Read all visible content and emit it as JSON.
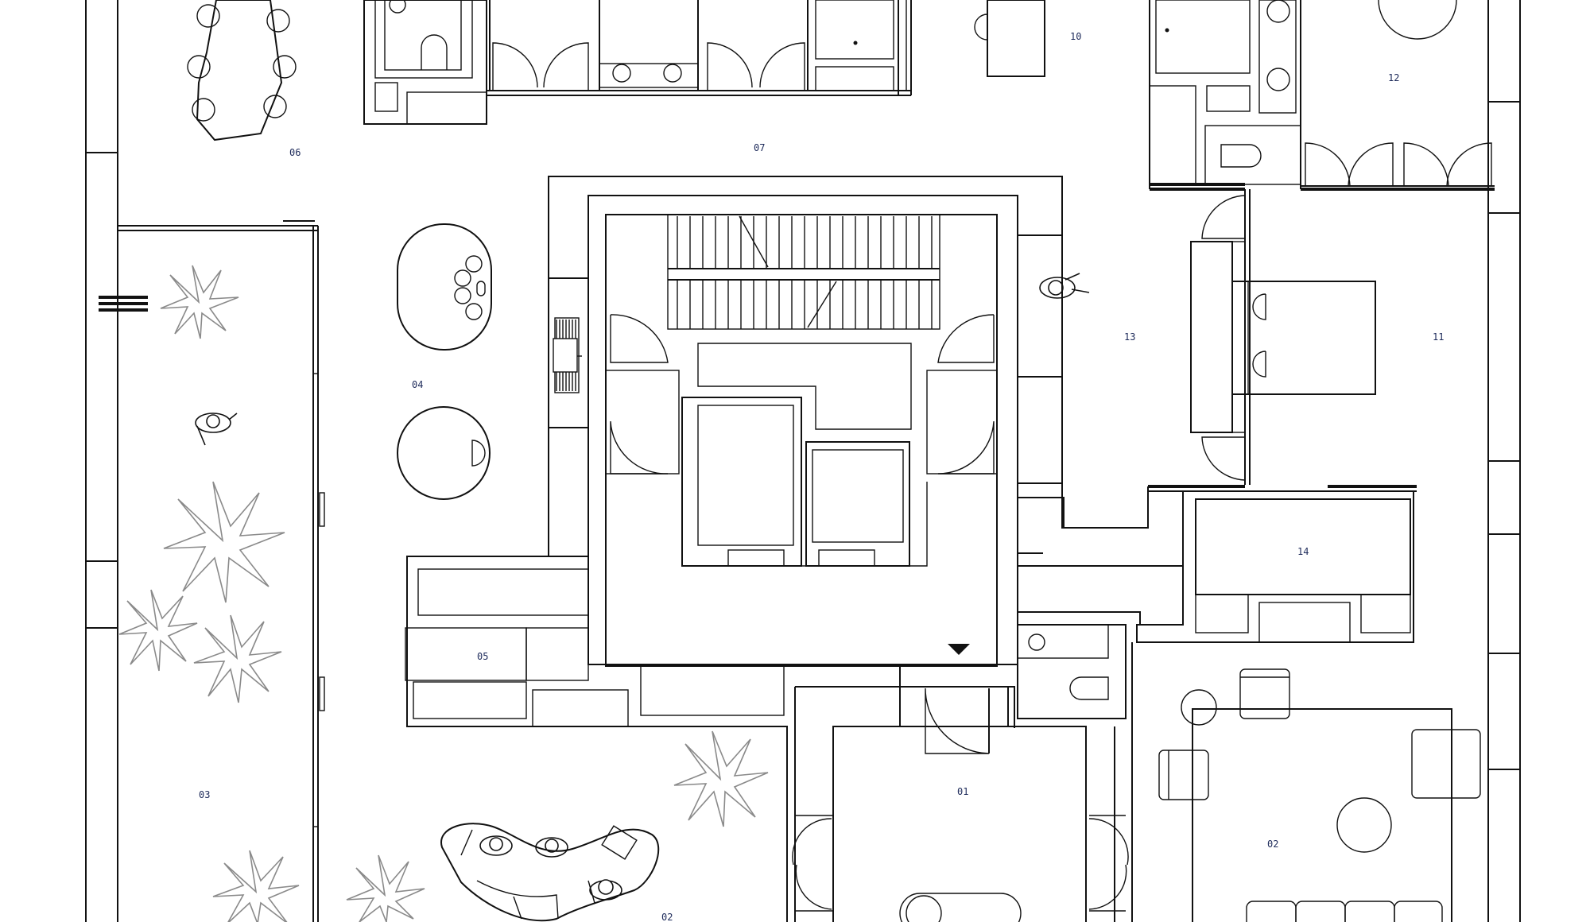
{
  "plan": {
    "room_labels": [
      {
        "key": "r01",
        "text": "01"
      },
      {
        "key": "r02a",
        "text": "02"
      },
      {
        "key": "r02b",
        "text": "02"
      },
      {
        "key": "r03",
        "text": "03"
      },
      {
        "key": "r04",
        "text": "04"
      },
      {
        "key": "r05",
        "text": "05"
      },
      {
        "key": "r06",
        "text": "06"
      },
      {
        "key": "r07",
        "text": "07"
      },
      {
        "key": "r10",
        "text": "10"
      },
      {
        "key": "r11",
        "text": "11"
      },
      {
        "key": "r12",
        "text": "12"
      },
      {
        "key": "r13",
        "text": "13"
      },
      {
        "key": "r14",
        "text": "14"
      }
    ],
    "icons": {
      "elevator_marker": "triangle-down-icon"
    },
    "colors": {
      "line": "#111111",
      "plant": "#8a8a8a",
      "label": "#1d2a5a",
      "background": "#ffffff"
    }
  }
}
